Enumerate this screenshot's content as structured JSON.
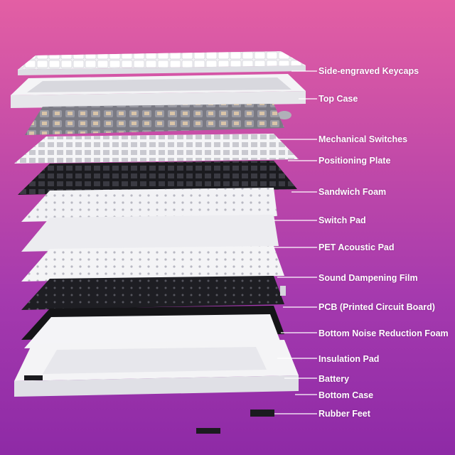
{
  "colors": {
    "background_top": "#e35fa4",
    "background_bottom": "#8e2aa6",
    "label_text": "#ffffff",
    "leader_line": "#ffffff",
    "white_part": "#f4f4f6",
    "black_part": "#1b1b1f"
  },
  "layers": [
    {
      "id": "keycaps",
      "label": "Side-engraved Keycaps"
    },
    {
      "id": "top-case",
      "label": "Top Case"
    },
    {
      "id": "switches",
      "label": "Mechanical Switches"
    },
    {
      "id": "plate",
      "label": "Positioning Plate"
    },
    {
      "id": "sandwich-foam",
      "label": "Sandwich Foam"
    },
    {
      "id": "switch-pad",
      "label": "Switch Pad"
    },
    {
      "id": "pet-pad",
      "label": "PET Acoustic Pad"
    },
    {
      "id": "damp-film",
      "label": "Sound Dampening Film"
    },
    {
      "id": "pcb",
      "label": "PCB (Printed Circuit Board)"
    },
    {
      "id": "bottom-foam",
      "label": "Bottom Noise Reduction Foam"
    },
    {
      "id": "insulation-pad",
      "label": "Insulation Pad"
    },
    {
      "id": "battery",
      "label": "Battery"
    },
    {
      "id": "bottom-case",
      "label": "Bottom Case"
    },
    {
      "id": "rubber-feet",
      "label": "Rubber Feet"
    }
  ]
}
